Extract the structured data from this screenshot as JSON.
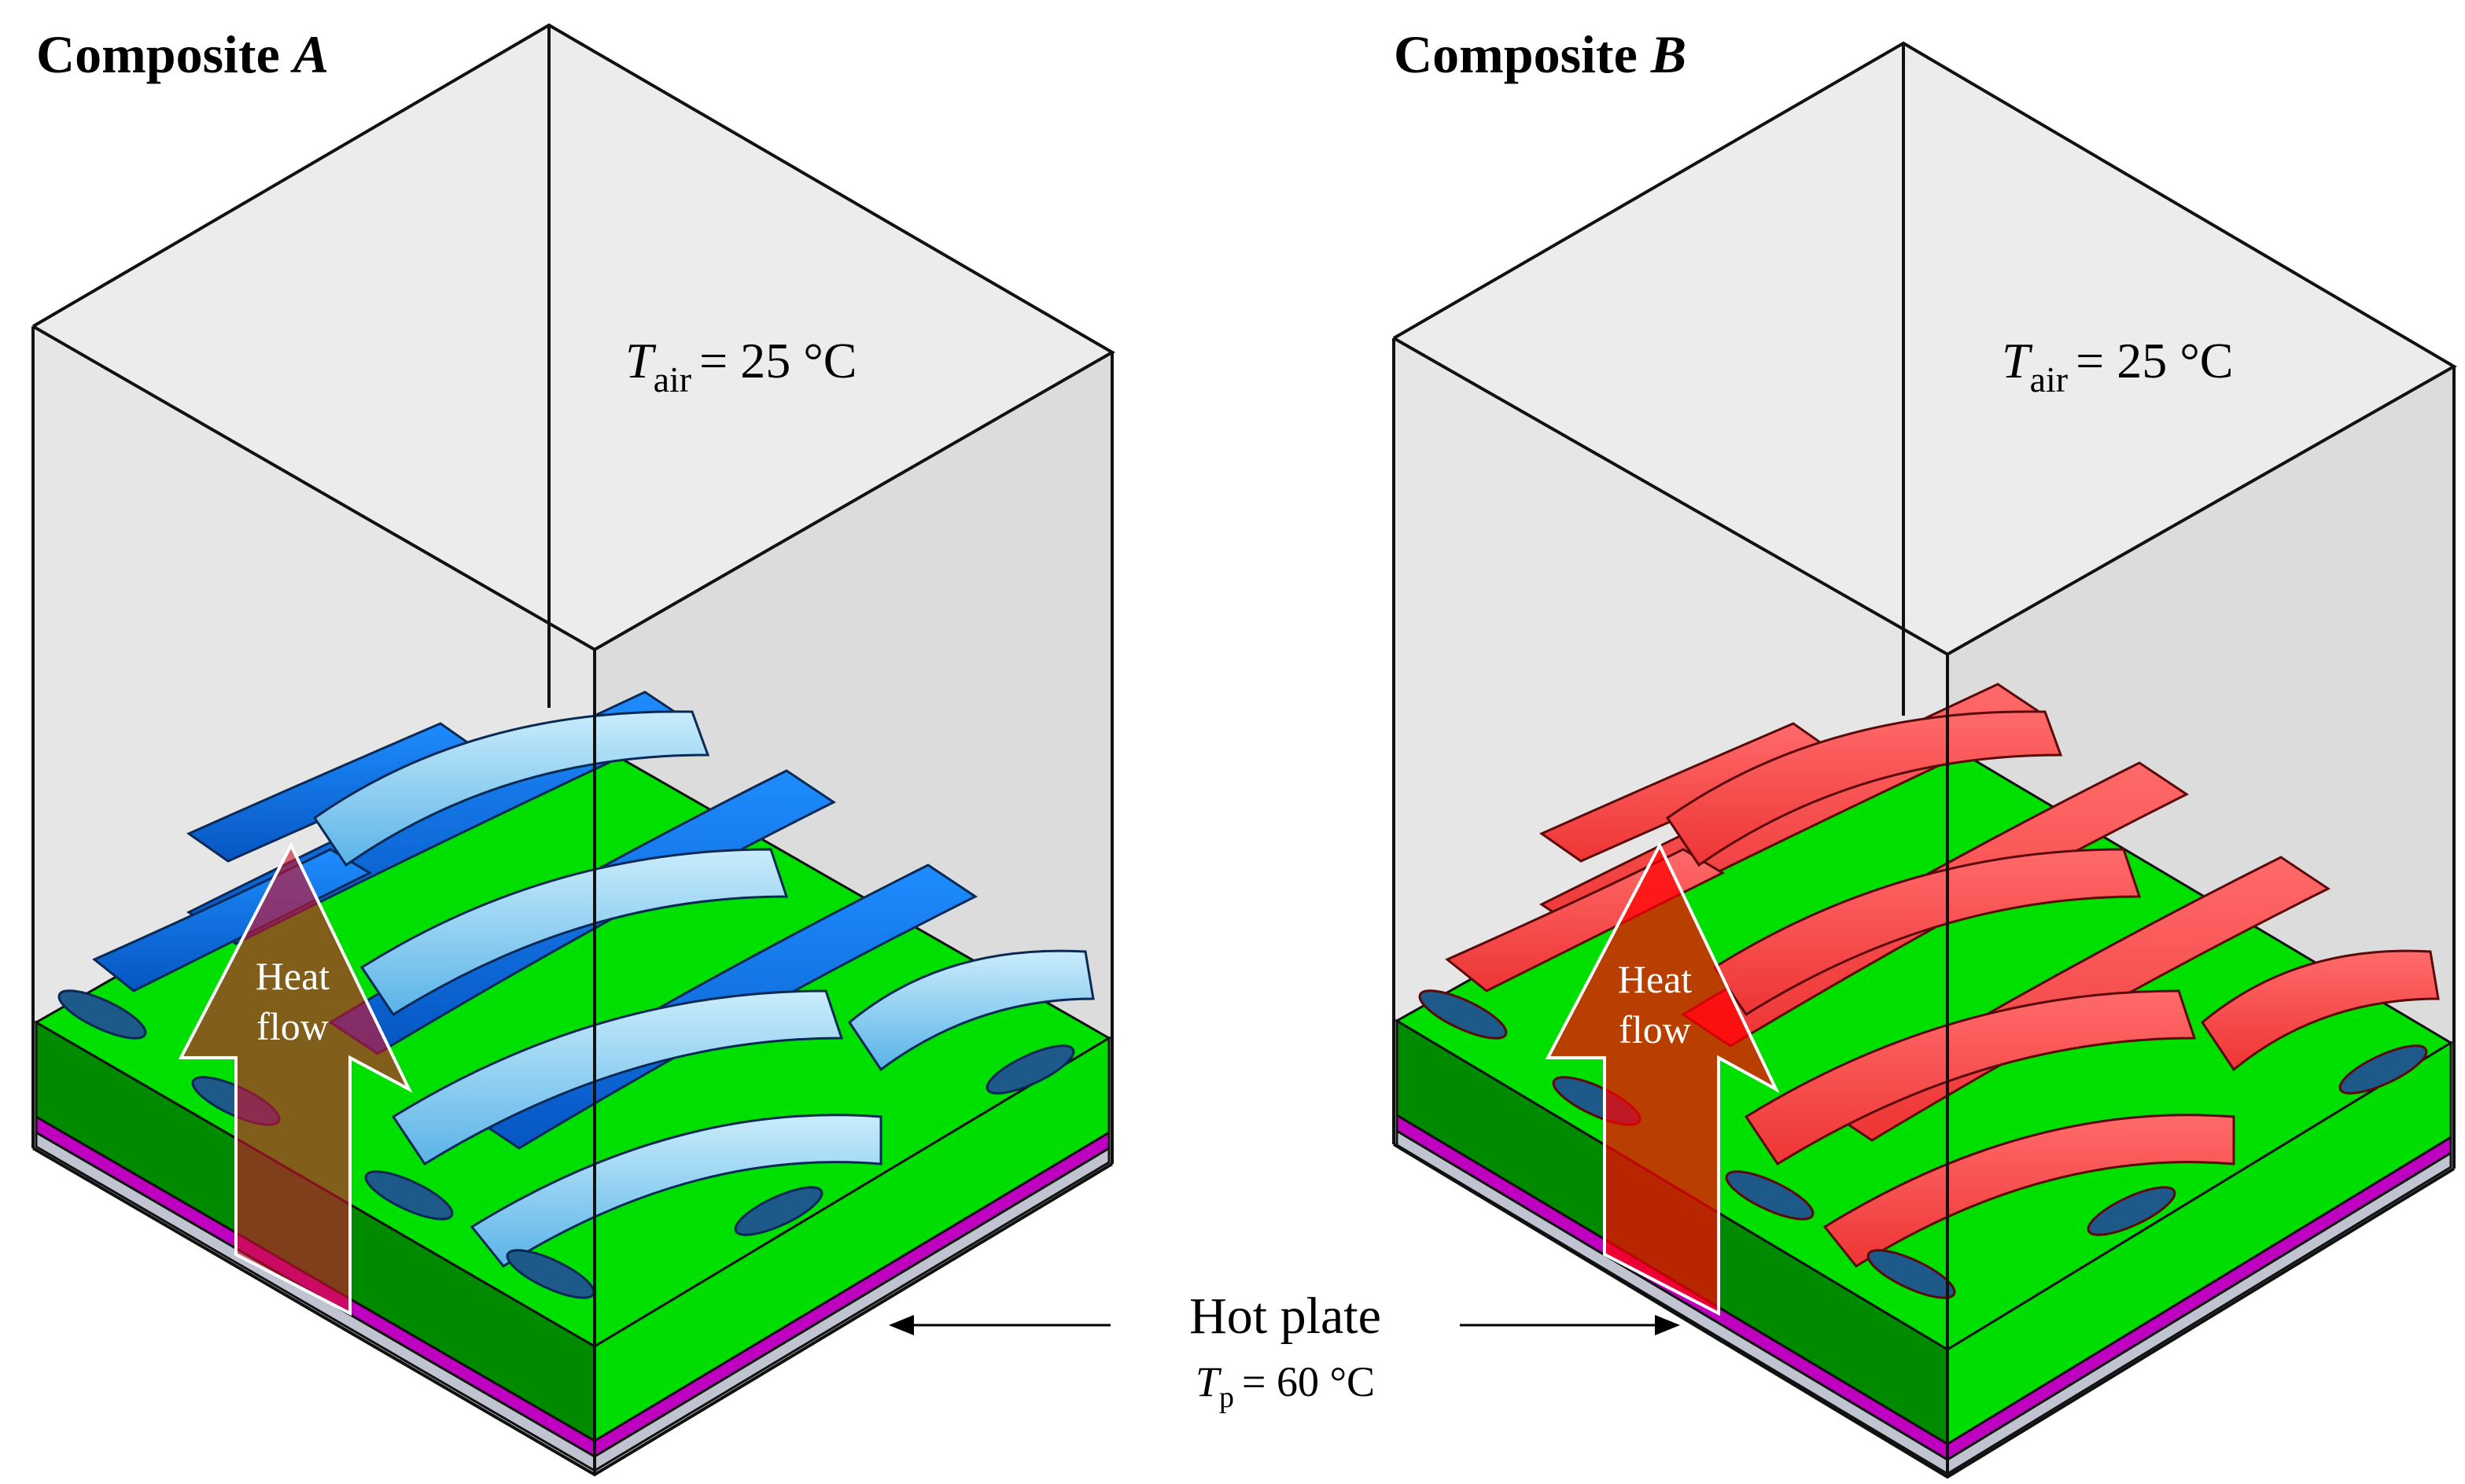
{
  "colors": {
    "air_box": "#e6e6e6",
    "matrix_green": "#00e000",
    "matrix_green_dark": "#008a00",
    "purple_layer": "#c000c0",
    "grey_layer": "#c0c4d0",
    "fiber_blue_dark": "#0a73e6",
    "fiber_blue_light": "#8fd0f0",
    "fiber_red": "#ff4a4a",
    "heat_arrow": "#e8001a"
  },
  "panel_a": {
    "title_text": "Composite",
    "title_letter": "A",
    "air_T": "T",
    "air_sub": "air",
    "air_value": "= 25 °C",
    "heat_line1": "Heat",
    "heat_line2": "flow"
  },
  "panel_b": {
    "title_text": "Composite",
    "title_letter": "B",
    "air_T": "T",
    "air_sub": "air",
    "air_value": "= 25 °C",
    "heat_line1": "Heat",
    "heat_line2": "flow"
  },
  "hot_plate": {
    "label": "Hot plate",
    "T": "T",
    "sub": "p",
    "value": "= 60 °C"
  }
}
